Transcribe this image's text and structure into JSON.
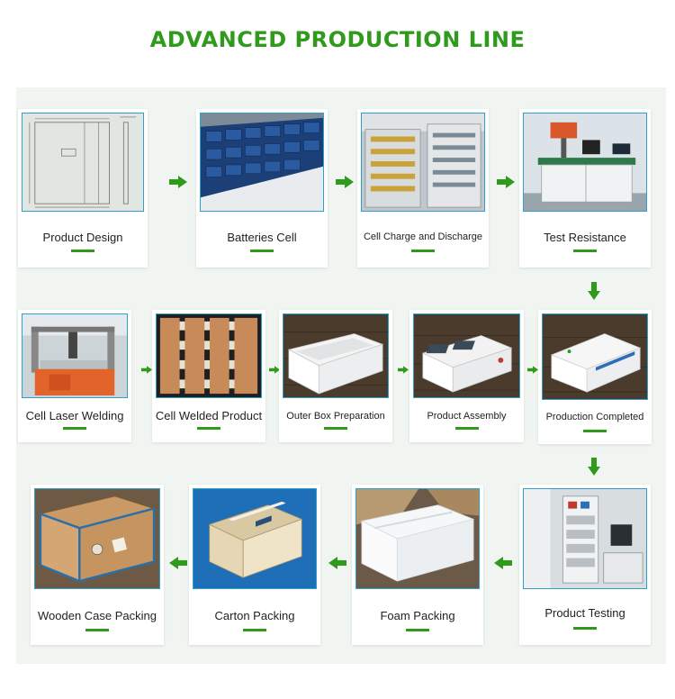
{
  "title": "ADVANCED PRODUCTION LINE",
  "colors": {
    "accent": "#2f9a1c",
    "thumb_border": "#2fa0c8",
    "panel": "#f1f5f2"
  },
  "steps": [
    {
      "label": "Product Design",
      "icon": "technical-drawing-icon"
    },
    {
      "label": "Batteries Cell",
      "icon": "battery-cells-icon"
    },
    {
      "label": "Cell Charge and Discharge",
      "icon": "charging-cabinet-icon"
    },
    {
      "label": "Test Resistance",
      "icon": "test-bench-icon"
    },
    {
      "label": "Cell Laser Welding",
      "icon": "laser-welder-icon"
    },
    {
      "label": "Cell Welded Product",
      "icon": "welded-cells-icon"
    },
    {
      "label": "Outer Box Preparation",
      "icon": "outer-box-icon"
    },
    {
      "label": "Product  Assembly",
      "icon": "assembly-icon"
    },
    {
      "label": "Production Completed",
      "icon": "finished-battery-icon"
    },
    {
      "label": "Product Testing",
      "icon": "test-rack-icon"
    },
    {
      "label": "Foam Packing",
      "icon": "foam-packing-icon"
    },
    {
      "label": "Carton Packing",
      "icon": "carton-box-icon"
    },
    {
      "label": "Wooden Case Packing",
      "icon": "wooden-crate-icon"
    }
  ]
}
